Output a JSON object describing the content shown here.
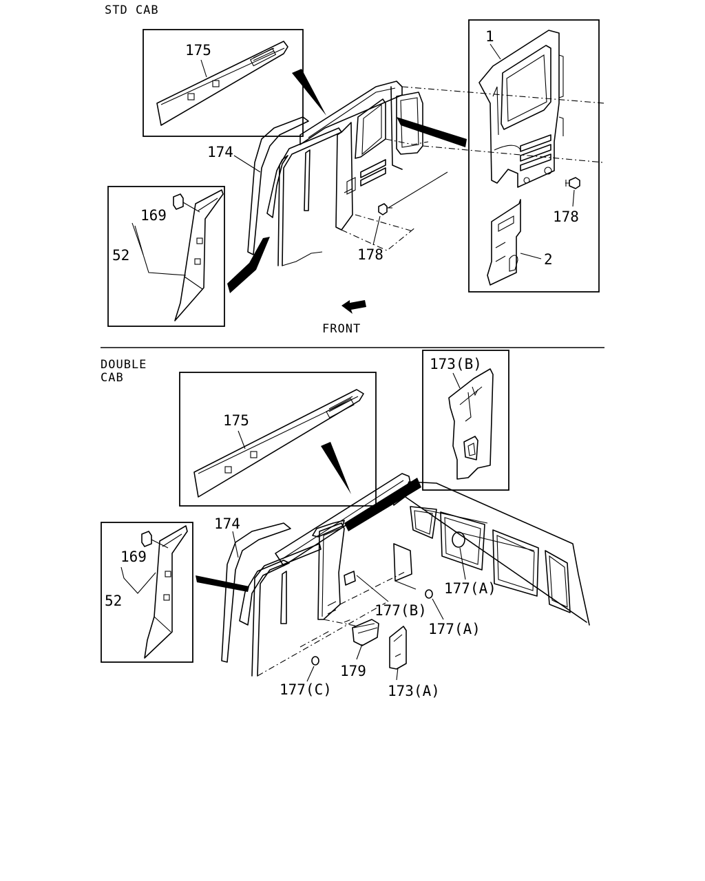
{
  "std_cab": {
    "heading": "STD CAB",
    "direction": "FRONT",
    "labels": {
      "p175": "175",
      "p1": "1",
      "p174": "174",
      "p169": "169",
      "p52": "52",
      "p178_center": "178",
      "p178_right": "178",
      "p2": "2"
    }
  },
  "double_cab": {
    "heading_line1": "DOUBLE",
    "heading_line2": "CAB",
    "labels": {
      "p175": "175",
      "p173b": "173(B)",
      "p174": "174",
      "p169": "169",
      "p52": "52",
      "p177a_upper": "177(A)",
      "p177b": "177(B)",
      "p177a_lower": "177(A)",
      "p179": "179",
      "p177c": "177(C)",
      "p173a": "173(A)"
    }
  }
}
